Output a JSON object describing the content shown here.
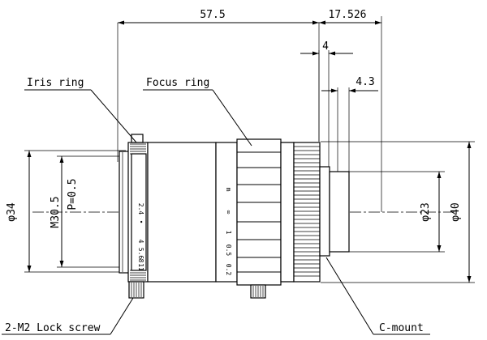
{
  "dimensions": {
    "length_total": "57.5",
    "length_mount": "17.526",
    "length_a": "4",
    "length_b": "4.3",
    "diameter_left": "φ34",
    "thread": "M30.5",
    "pitch": "P=0.5",
    "diameter_mount": "φ23",
    "diameter_max": "φ40"
  },
  "labels": {
    "iris_ring": "Iris ring",
    "focus_ring": "Focus ring",
    "lock_screw": "2-M2 Lock screw",
    "c_mount": "C-mount"
  },
  "scales": {
    "iris": [
      "2.4",
      "•",
      "4",
      "5.6",
      "8",
      "11"
    ],
    "focus": [
      "m",
      "∞",
      "1",
      "0.5",
      "0.2"
    ]
  }
}
